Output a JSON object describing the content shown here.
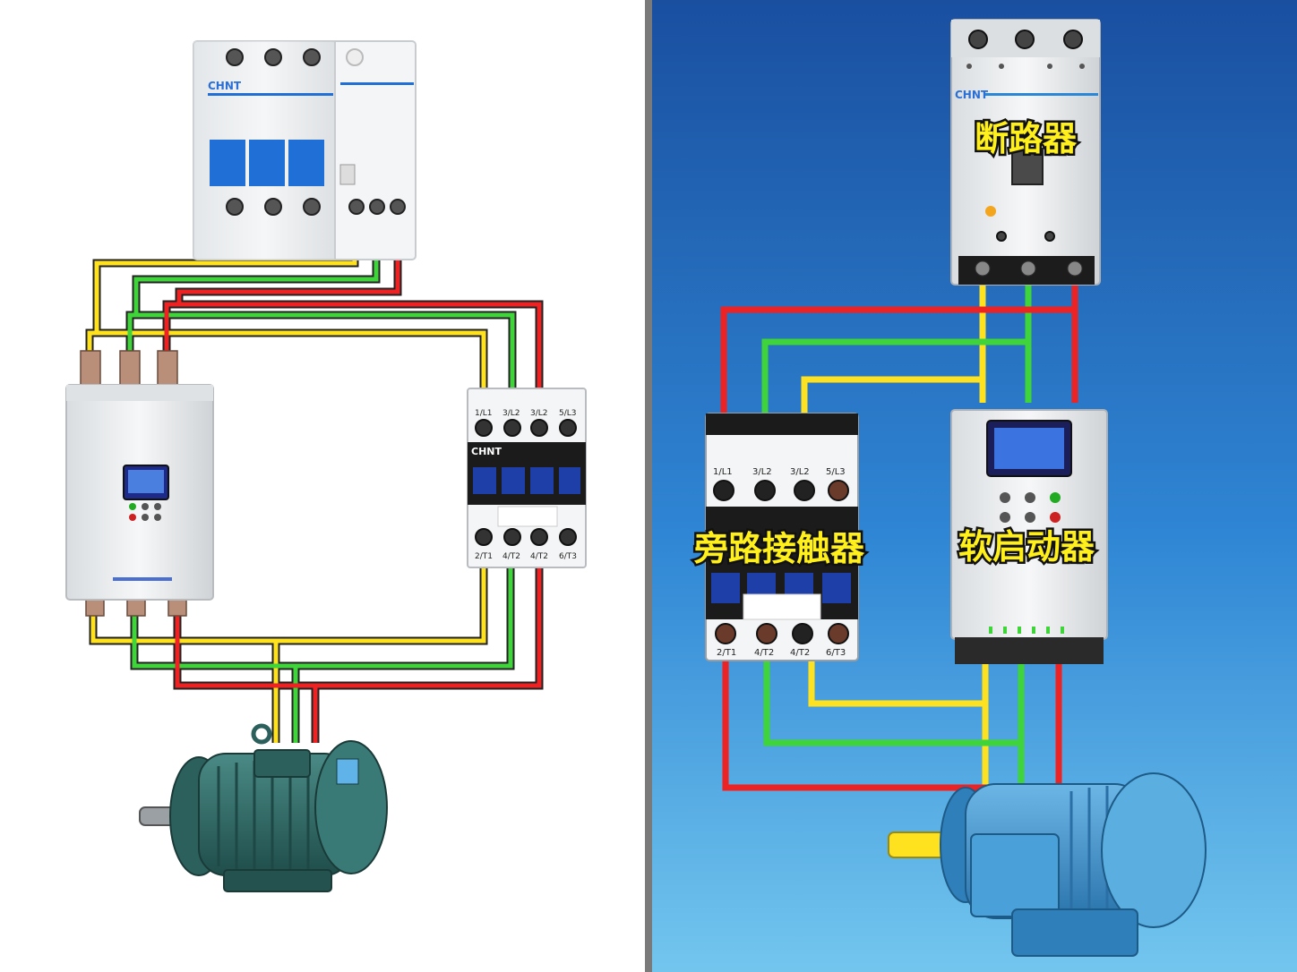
{
  "colors": {
    "wire_yellow": "#ffe21f",
    "wire_green": "#3fd43a",
    "wire_red": "#ee2222",
    "left_bg": "#ffffff",
    "right_bg_top": "#1a4fa0",
    "right_bg_bottom": "#6fc4ec",
    "motor_left": "#2f6a66",
    "motor_right": "#3d93cf",
    "divider": "#7a7a7a"
  },
  "left": {
    "breaker": {
      "brand": "CHNT"
    },
    "contactor": {
      "brand": "CHNT",
      "top_terminals": [
        "1/L1",
        "3/L2",
        "3/L2",
        "5/L3"
      ],
      "bottom_terminals": [
        "2/T1",
        "4/T2",
        "4/T2",
        "6/T3"
      ]
    }
  },
  "right": {
    "breaker": {
      "brand": "CHNT",
      "label": "断路器"
    },
    "contactor": {
      "label": "旁路接触器",
      "top_terminals": [
        "1/L1",
        "3/L2",
        "3/L2",
        "5/L3"
      ],
      "bottom_terminals": [
        "2/T1",
        "4/T2",
        "4/T2",
        "6/T3"
      ]
    },
    "soft_starter": {
      "label": "软启动器"
    }
  },
  "icons": [
    "circuit-breaker-icon",
    "soft-starter-icon",
    "contactor-icon",
    "motor-icon"
  ]
}
